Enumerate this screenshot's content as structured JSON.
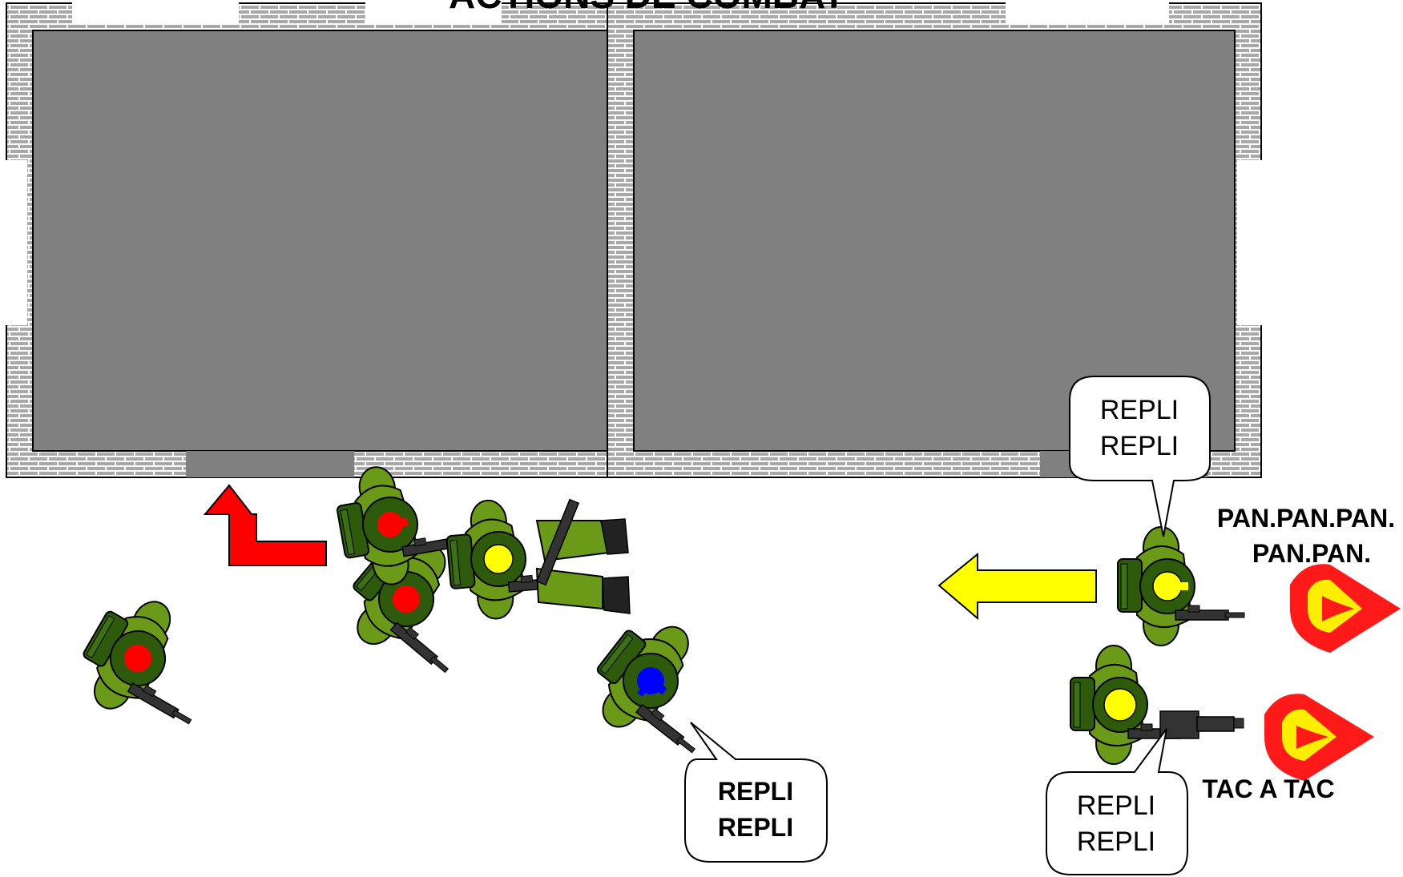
{
  "title": "ACTIONS DE COMBAT",
  "colors": {
    "building": "#808080",
    "wall_mortar": "#ffffff",
    "wall_brick": "#a0a0a0",
    "uniform": "#6a9a18",
    "uniform_dark": "#2e5a0c",
    "weapon": "#333333",
    "marker_red": "#ff0000",
    "marker_yellow": "#ffff00",
    "marker_blue": "#0000ff",
    "arrow_red": "#ff0000",
    "arrow_yellow": "#ffff00",
    "flash_outer": "#ff1a1a",
    "flash_inner": "#ffee00"
  },
  "bubbles": {
    "top_right": [
      "REPLI",
      "REPLI"
    ],
    "bottom_center": [
      "REPLI",
      "REPLI"
    ],
    "bottom_right": [
      "REPLI",
      "REPLI"
    ]
  },
  "labels": {
    "fire_top_line1": "PAN.PAN.PAN.",
    "fire_top_line2": "PAN.PAN.",
    "fire_bottom": "TAC A TAC"
  },
  "soldiers": [
    {
      "id": "soldier-red-1",
      "marker": "red",
      "icon": "soldier-icon"
    },
    {
      "id": "soldier-red-2",
      "marker": "red",
      "icon": "soldier-icon"
    },
    {
      "id": "soldier-red-3",
      "marker": "red",
      "icon": "soldier-icon"
    },
    {
      "id": "soldier-yellow-1",
      "marker": "yellow",
      "icon": "soldier-icon"
    },
    {
      "id": "soldier-blue",
      "marker": "blue",
      "icon": "soldier-icon"
    },
    {
      "id": "soldier-yellow-2",
      "marker": "yellow",
      "icon": "soldier-icon"
    },
    {
      "id": "soldier-yellow-3",
      "marker": "yellow",
      "icon": "soldier-icon"
    }
  ]
}
